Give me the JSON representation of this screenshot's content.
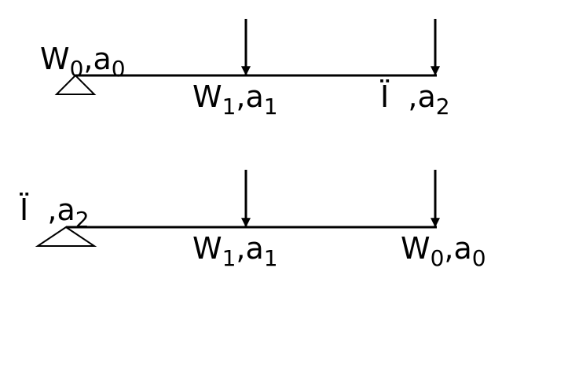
{
  "colors": {
    "line": "#000000",
    "background": "#ffffff"
  },
  "diagram": {
    "top": {
      "support_label": {
        "base": "W",
        "sub": "0",
        "sep": ",a",
        "sub2": "0"
      },
      "load1_label": {
        "base": "W",
        "sub": "1",
        "sep": ",a",
        "sub2": "1"
      },
      "load2_label": {
        "base": "Ï",
        "sub": "",
        "sep": "  ,a",
        "sub2": "2"
      }
    },
    "bottom": {
      "support_label": {
        "base": "Ï",
        "sub": "",
        "sep": "  ,a",
        "sub2": "2"
      },
      "load1_label": {
        "base": "W",
        "sub": "1",
        "sep": ",a",
        "sub2": "1"
      },
      "load2_label": {
        "base": "W",
        "sub": "0",
        "sep": ",a",
        "sub2": "0"
      }
    }
  }
}
